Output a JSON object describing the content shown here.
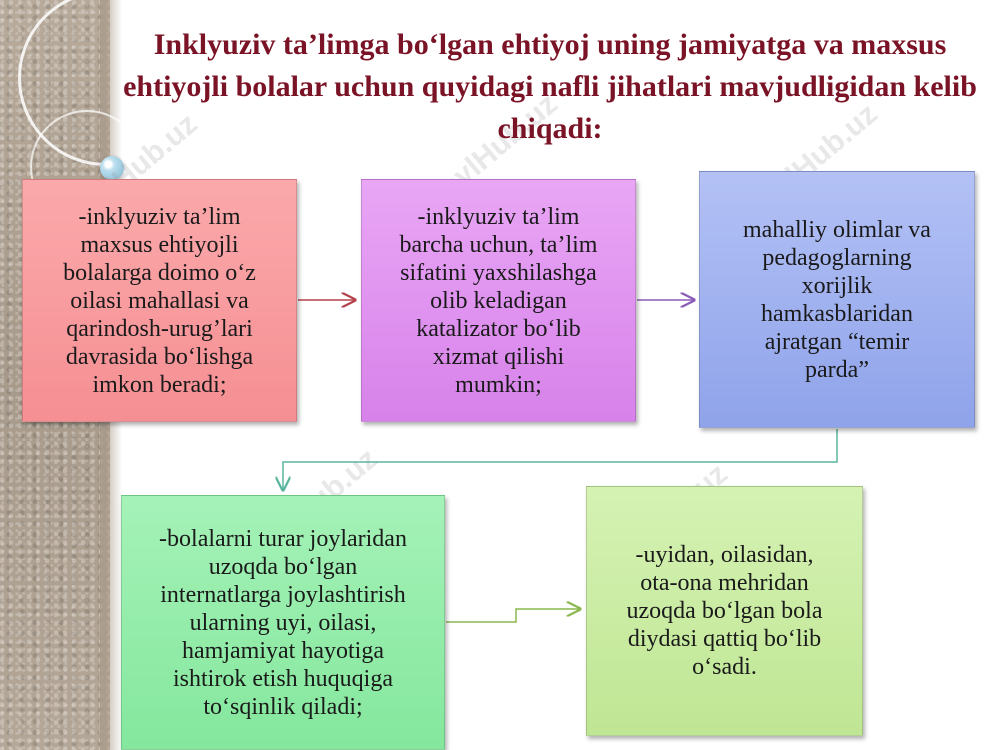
{
  "title": "Inklyuziv ta’limga bo‘lgan ehtiyoj uning jamiyatga va maxsus ehtiyojli bolalar uchun quyidagi nafli jihatlari mavjudligidan kelib chiqadi:",
  "boxes": [
    {
      "text": "-inklyuziv ta’lim\nmaxsus ehtiyojli\nbolalarga doimo o‘z\noilasi mahallasi va\nqarindosh-urug’lari\ndavrasida bo‘lishga\nimkon beradi;",
      "color": "#f79a9e"
    },
    {
      "text": "-inklyuziv ta’lim\nbarcha uchun, ta’lim\nsifatini yaxshilashga\nolib keladigan\nkatalizator bo‘lib\nxizmat qilishi\nmumkin;",
      "color": "#e194f0"
    },
    {
      "text": "mahalliy olimlar va\npedagoglarning\nxorijlik\nhamkasblaridan\najratgan “temir\nparda”",
      "color": "#a2b2f0"
    },
    {
      "text": "-bolalarni turar joylaridan\nuzoqda bo‘lgan\ninternatlarga joylashtirish\nularning uyi, oilasi,\nhamjamiyat hayotiga\nishtirok etish huquqiga\nto‘sqinlik qiladi;",
      "color": "#95eda9"
    },
    {
      "text": "-uyidan, oilasidan,\nota-ona mehridan\nuzoqda bo‘lgan bola\ndiydasi qattiq bo‘lib\no‘sadi.",
      "color": "#cbec a4"
    }
  ],
  "connector_colors": {
    "box1_to_box2": "#b5424c",
    "box2_to_box3": "#8a5ab8",
    "box3_to_box4": "#5ab59e",
    "box4_to_box5": "#8ab84f"
  },
  "watermark": "FaylHub.uz"
}
